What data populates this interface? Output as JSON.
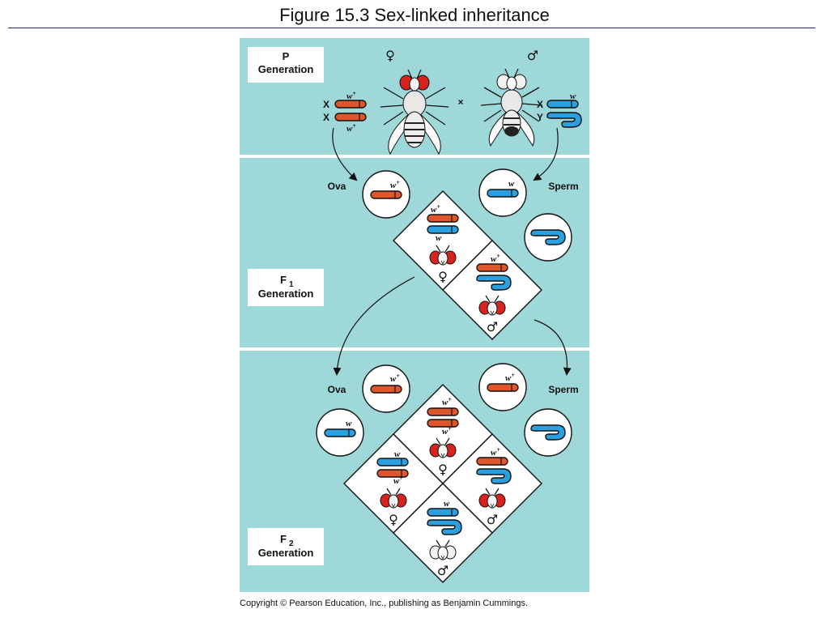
{
  "figure": {
    "title": "Figure 15.3  Sex-linked inheritance",
    "copyright": "Copyright © Pearson Education, Inc., publishing as Benjamin Cummings."
  },
  "colors": {
    "panel_bg": "#9fd8d8",
    "x_chromosome_red": "#e0562a",
    "y_chromosome_blue": "#2aa0e0",
    "eye_red": "#d6231e"
  },
  "p_generation": {
    "label_line1": "P",
    "label_line2": "Generation",
    "female_symbol": "♀",
    "male_symbol": "♂",
    "cross_symbol": "×",
    "female": {
      "chrom1": "X",
      "chrom2": "X",
      "allele1": "w+",
      "allele2": "w+"
    },
    "male": {
      "chrom1": "X",
      "chrom2": "Y",
      "allele1": "w"
    }
  },
  "f1_generation": {
    "label_main": "F",
    "label_sub": "1",
    "label_line2": "Generation",
    "ova_label": "Ova",
    "sperm_label": "Sperm",
    "ova_allele": "w+",
    "sperm_allele": "w",
    "female_offspring": {
      "allele_top": "w+",
      "allele_bottom": "w",
      "symbol": "♀"
    },
    "male_offspring": {
      "allele": "w+",
      "symbol": "♂"
    }
  },
  "f2_generation": {
    "label_main": "F",
    "label_sub": "2",
    "label_line2": "Generation",
    "ova_label": "Ova",
    "sperm_label": "Sperm",
    "ova_allele_1": "w+",
    "ova_allele_2": "w",
    "sperm_allele": "w+",
    "top_cell": {
      "allele_top": "w+",
      "allele_bottom": "w+",
      "symbol": "♀"
    },
    "left_cell": {
      "allele_top": "w",
      "allele_bottom": "w+",
      "symbol": "♀"
    },
    "right_cell": {
      "allele": "w+",
      "symbol": "♂"
    },
    "bottom_cell": {
      "allele": "w",
      "symbol": "♂"
    }
  }
}
